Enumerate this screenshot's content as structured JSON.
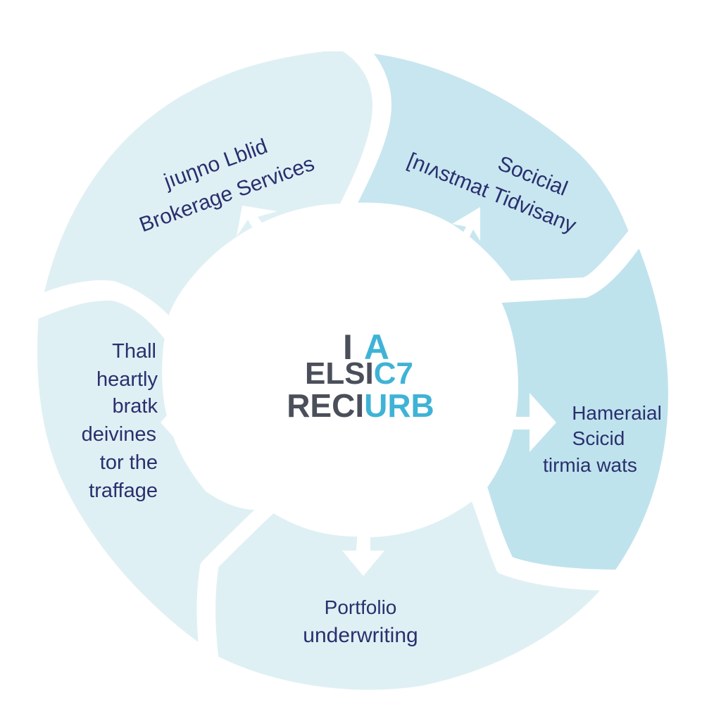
{
  "colors": {
    "background": "#ffffff",
    "segment_light": "#dff0f4",
    "segment_mid": "#c8e6ef",
    "segment_right": "#bfe3ed",
    "divider": "#ffffff",
    "center": "#ffffff",
    "arrow": "#ffffff",
    "label_text": "#2a2f6e",
    "logo_dark": "#4a4f5a",
    "logo_accent": "#3fb3d6"
  },
  "center_logo": {
    "line1_dark": "I",
    "line1_accent": "A",
    "line2_dark": "ELSI",
    "line2_accent": "C7",
    "line3_dark": "RECI",
    "line3_accent": "URB"
  },
  "segments": [
    {
      "id": "top-left",
      "lines": [
        "jıuŋno Lblid",
        "Brokerage Services"
      ]
    },
    {
      "id": "top-right",
      "lines": [
        "Socicial",
        "[nıʌstmat Tidvisany"
      ]
    },
    {
      "id": "right",
      "lines": [
        "Hameraial",
        "Scicid",
        "tirmia wats"
      ]
    },
    {
      "id": "bottom",
      "lines": [
        "Portfolio",
        "underwriting"
      ]
    },
    {
      "id": "left",
      "lines": [
        "Thall",
        "heartly",
        "bratk",
        "deivines",
        "tor the",
        "traffage"
      ]
    }
  ],
  "arrows": [
    "up-left",
    "up-right",
    "right",
    "down",
    "left"
  ]
}
